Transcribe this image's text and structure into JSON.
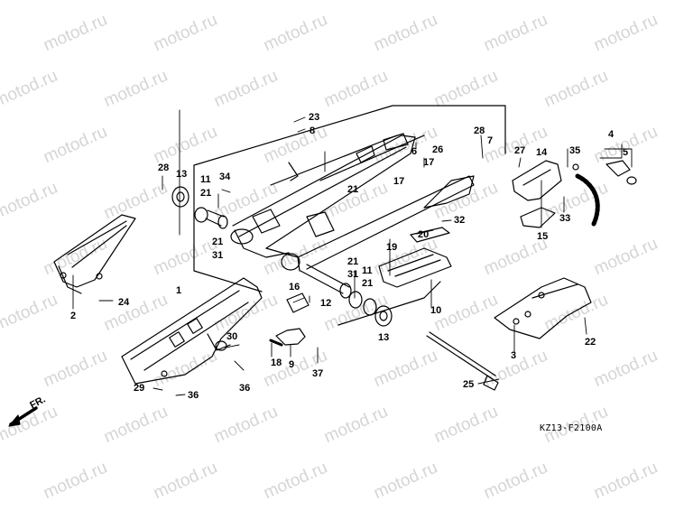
{
  "watermark": "motod.ru",
  "diagram_code": "KZ13-F2100A",
  "forward_label": "FR.",
  "callouts": [
    "1",
    "2",
    "3",
    "4",
    "5",
    "6",
    "7",
    "8",
    "9",
    "10",
    "11",
    "12",
    "13",
    "14",
    "15",
    "16",
    "17",
    "18",
    "19",
    "20",
    "21",
    "22",
    "23",
    "24",
    "25",
    "26",
    "27",
    "28",
    "29",
    "30",
    "31",
    "32",
    "33",
    "34",
    "35",
    "36",
    "37"
  ]
}
